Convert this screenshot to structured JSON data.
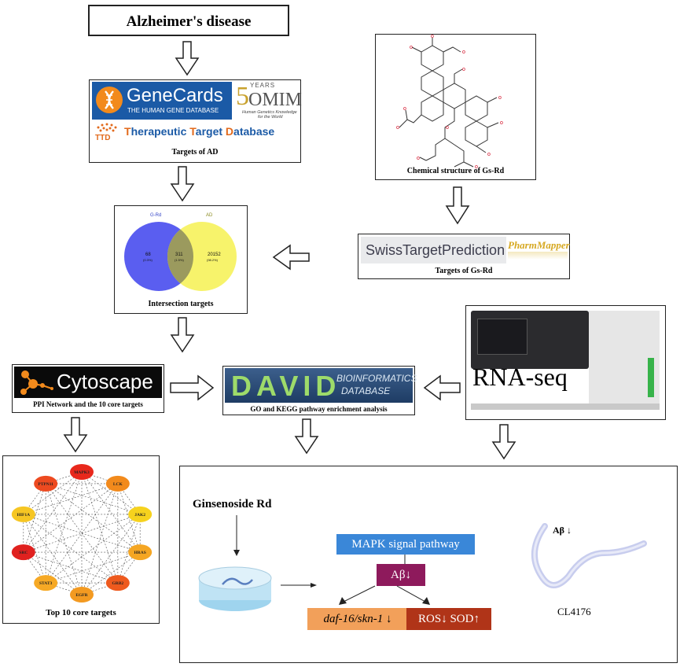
{
  "title": "Alzheimer's disease",
  "databases": {
    "genecards": {
      "name": "GeneCards",
      "tagline": "THE HUMAN GENE DATABASE"
    },
    "omim": {
      "years": "YEARS",
      "name": "OMIM",
      "tagline_1": "Human Genetics Knowledge",
      "tagline_2": "for the World"
    },
    "ttd": {
      "abbr": "TTD",
      "name_1": "T",
      "name_2": "herapeutic ",
      "name_3": "T",
      "name_4": "arget ",
      "name_5": "D",
      "name_6": "atabase"
    },
    "caption": "Targets of AD"
  },
  "chemical": {
    "caption": "Chemical structure of  Gs-Rd"
  },
  "swiss": {
    "name": "SwissTargetPrediction",
    "pharm": "PharmMapper",
    "caption": "Targets of Gs-Rd"
  },
  "venn": {
    "caption": "Intersection targets",
    "left_label": "G-Rd",
    "right_label": "AD",
    "left_value": "68",
    "right_value": "20152",
    "center_value": "311",
    "left_pct": "(0.3%)",
    "center_pct": "(1.5%)",
    "right_pct": "(98.2%)"
  },
  "cytoscape": {
    "name": "Cytoscape",
    "caption": "PPI Network and the 10 core targets"
  },
  "david": {
    "name": "DAVID",
    "line1": "BIOINFORMATICS",
    "line2": "DATABASE",
    "caption": "GO and KEGG pathway enrichment analysis"
  },
  "rnaseq": {
    "label": "RNA-seq"
  },
  "network": {
    "caption": "Top 10 core targets",
    "nodes": [
      {
        "label": "MAPK3",
        "color": "#e8281c"
      },
      {
        "label": "LCK",
        "color": "#f28a1c"
      },
      {
        "label": "JAK2",
        "color": "#f6d21e"
      },
      {
        "label": "HRAS",
        "color": "#f5a623"
      },
      {
        "label": "GRB2",
        "color": "#ee5a1e"
      },
      {
        "label": "EGFR",
        "color": "#f39a21"
      },
      {
        "label": "STAT3",
        "color": "#f6a925"
      },
      {
        "label": "SRC",
        "color": "#e0211f"
      },
      {
        "label": "HIF1A",
        "color": "#f6c623"
      },
      {
        "label": "PTPN11",
        "color": "#ed4a20"
      }
    ]
  },
  "results": {
    "compound": "Ginsenoside Rd",
    "pathway": "MAPK signal pathway",
    "abeta": "Aβ↓",
    "daf": "daf-16/skn-1",
    "daf_arrow": " ↓",
    "ros": "ROS↓ SOD↑",
    "worm_abeta": "Aβ ↓",
    "strain": "CL4176"
  },
  "colors": {
    "pathway_bg": "#3a87d8",
    "abeta_bg": "#8e1a5c",
    "daf_bg": "#f2a05a",
    "ros_bg": "#b03418",
    "venn_left": "#5a5ef0",
    "venn_right": "#f7f36b",
    "venn_overlap": "#9b9a5e"
  }
}
